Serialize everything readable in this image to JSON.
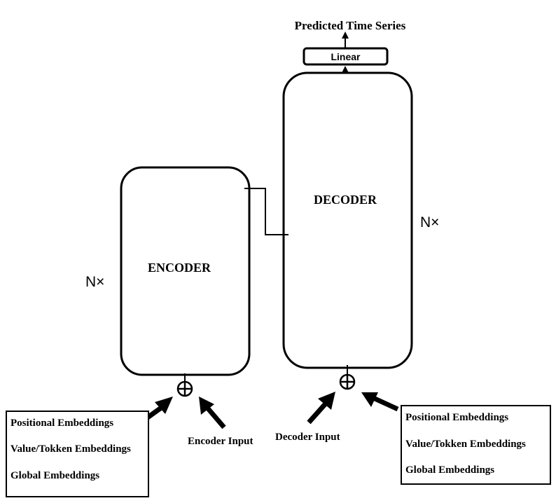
{
  "output_label": "Predicted Time Series",
  "linear_label": "Linear",
  "encoder": {
    "label": "ENCODER",
    "repeat": "N×"
  },
  "decoder": {
    "label": "DECODER",
    "repeat": "N×"
  },
  "encoder_input_label": "Encoder Input",
  "decoder_input_label": "Decoder Input",
  "encoder_embeddings": [
    "Positional Embeddings",
    "Value/Tokken Embeddings",
    "Global Embeddings"
  ],
  "decoder_embeddings": [
    "Positional Embeddings",
    "Value/Tokken Embeddings",
    "Global Embeddings"
  ]
}
